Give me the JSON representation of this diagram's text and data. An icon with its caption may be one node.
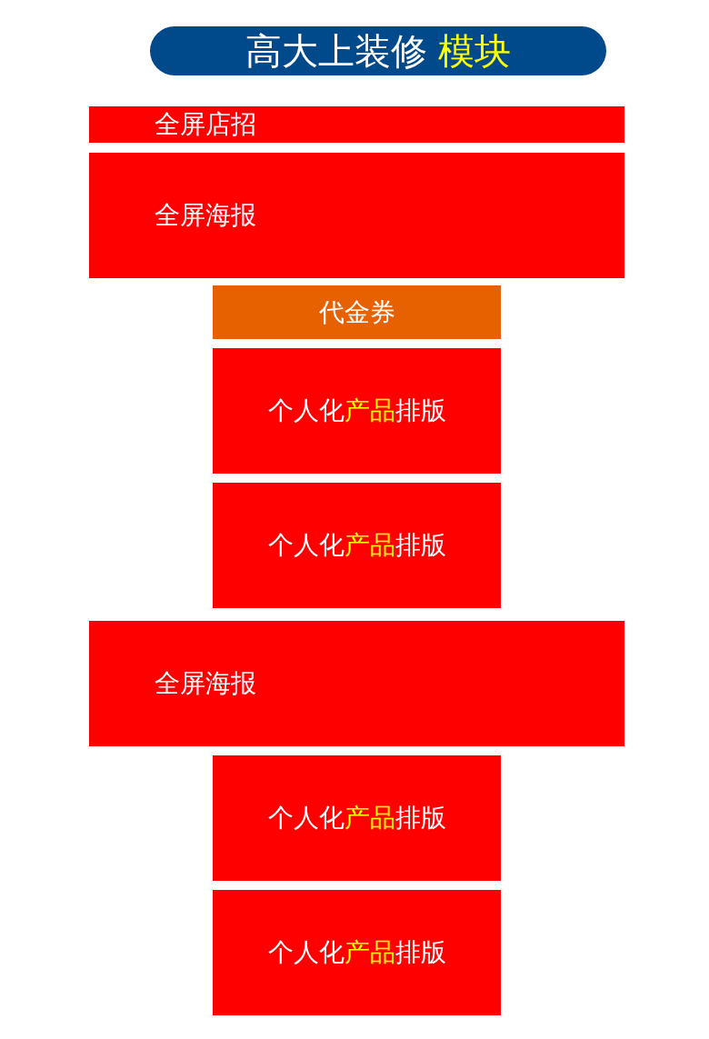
{
  "diagram": {
    "title": "高大上装修 **模块**",
    "nodes": [
      {
        "text": [
          "全屏店招"
        ]
      },
      {
        "text": [
          "全屏海报"
        ]
      },
      {
        "text": [
          "代金券"
        ]
      },
      {
        "text": [
          "个人化**产品**排版"
        ]
      },
      {
        "text": [
          "个人化**产品**排版"
        ]
      },
      {
        "text": [
          "全屏海报"
        ]
      },
      {
        "text": [
          "个人化**产品**排版"
        ]
      },
      {
        "text": [
          "个人化**产品**排版"
        ]
      }
    ],
    "edges": []
  }
}
